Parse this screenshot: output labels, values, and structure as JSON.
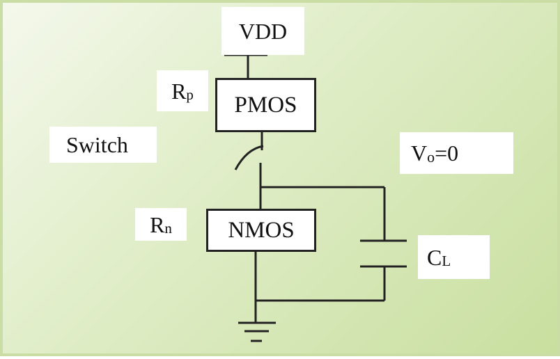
{
  "diagram": {
    "supply_label": "VDD",
    "rp": {
      "main": "R",
      "sub": "p"
    },
    "pmos_label": "PMOS",
    "switch_label": "Switch",
    "vo": {
      "main": "V",
      "sub": "o",
      "rest": "=0"
    },
    "rn": {
      "main": "R",
      "sub": "n"
    },
    "nmos_label": "NMOS",
    "cl": {
      "main": "C",
      "sub": "L"
    }
  }
}
